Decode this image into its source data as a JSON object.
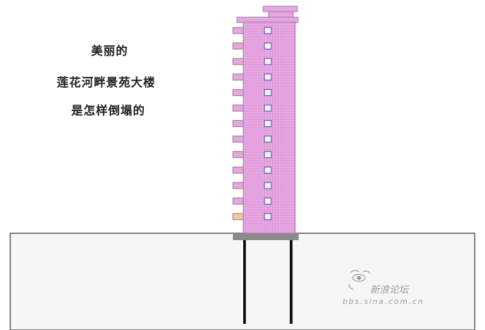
{
  "captions": [
    "美丽的",
    "莲花河畔景苑大楼",
    "是怎样倒塌的"
  ],
  "watermark": {
    "brand": "新浪论坛",
    "url": "bbs.sina.com.cn"
  },
  "building": {
    "floors": 13,
    "piles": 2
  },
  "colors": {
    "facade": "#e7a6e1",
    "facade_dots": "#c78ac4",
    "ground": "#f6f6f6",
    "base": "#8a8a8a",
    "pile": "#111111"
  }
}
